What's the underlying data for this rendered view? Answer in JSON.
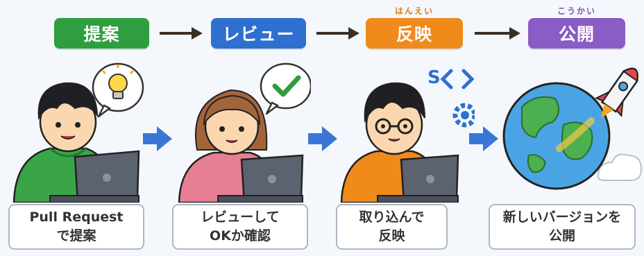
{
  "steps": [
    {
      "label": "提案",
      "color": "#2e9e3e"
    },
    {
      "label": "レビュー",
      "color": "#2e6fd0"
    },
    {
      "label": "反映",
      "color": "#f08a1b",
      "ruby": "はんえい"
    },
    {
      "label": "公開",
      "color": "#8a5cc6",
      "ruby": "こうかい"
    }
  ],
  "captions": [
    {
      "line1": "Pull Request",
      "line2": "で提案"
    },
    {
      "line1": "レビューして",
      "line2": "OKか確認"
    },
    {
      "line1": "取り込んで",
      "line2": "反映"
    },
    {
      "line1": "新しいバージョンを",
      "line2": "公開"
    }
  ],
  "icons": [
    "lightbulb-icon",
    "checkmark-icon",
    "code-icon",
    "gear-icon",
    "rocket-icon",
    "globe-icon"
  ],
  "colors": {
    "arrow": "#3a76d6",
    "dark_arrow": "#3b3028"
  }
}
